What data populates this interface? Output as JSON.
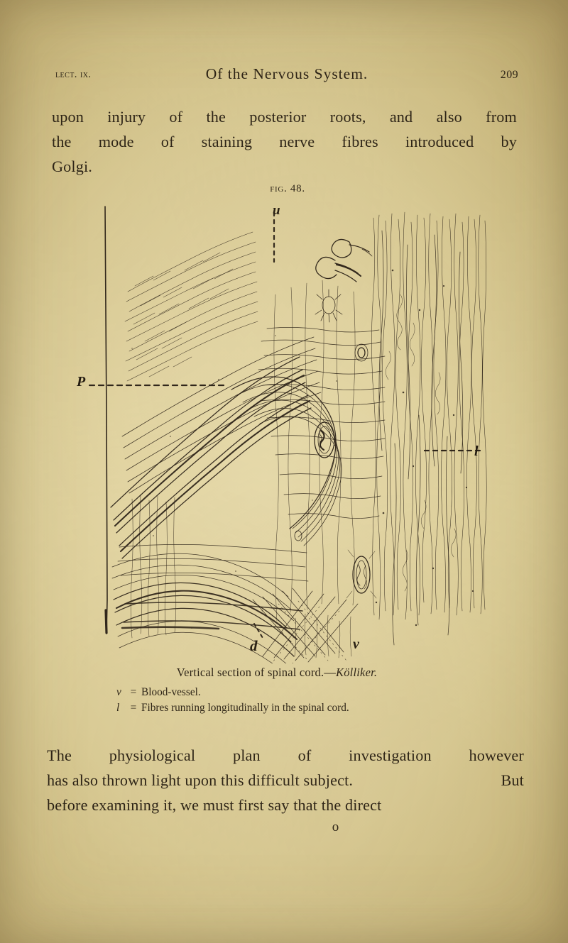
{
  "page": {
    "background_color": "#e5d8a6",
    "ink_color": "#241c12"
  },
  "running_head": {
    "lecture": "Lect. ix.",
    "title": "Of the Nervous System.",
    "folio": "209"
  },
  "paragraph_top": {
    "lines": [
      [
        "upon",
        "injury",
        "of",
        "the",
        "posterior",
        "roots,",
        "and",
        "also",
        "from"
      ],
      [
        "the",
        "mode",
        "of",
        "staining",
        "nerve",
        "fibres",
        "introduced",
        "by"
      ]
    ],
    "last_line": "Golgi."
  },
  "figure": {
    "number_label": "Fig. 48.",
    "labels": {
      "u": "u",
      "P": "P",
      "l": "l",
      "d": "d",
      "v": "v"
    },
    "caption_main": "Vertical section of spinal cord.—",
    "caption_source": "Kölliker.",
    "legend": [
      {
        "key": "v",
        "eq": "=",
        "text": "Blood-vessel."
      },
      {
        "key": "l",
        "eq": "=",
        "text": "Fibres running longitudinally in the spinal cord."
      }
    ]
  },
  "paragraph_bottom": {
    "lines": [
      [
        "The",
        "physiological",
        "plan",
        "of",
        "investigation",
        "however"
      ],
      [
        "has also thrown light upon this difficult subject.",
        "But"
      ],
      [
        "before examining it, we must first say that the direct"
      ]
    ]
  },
  "signature_mark": "o"
}
